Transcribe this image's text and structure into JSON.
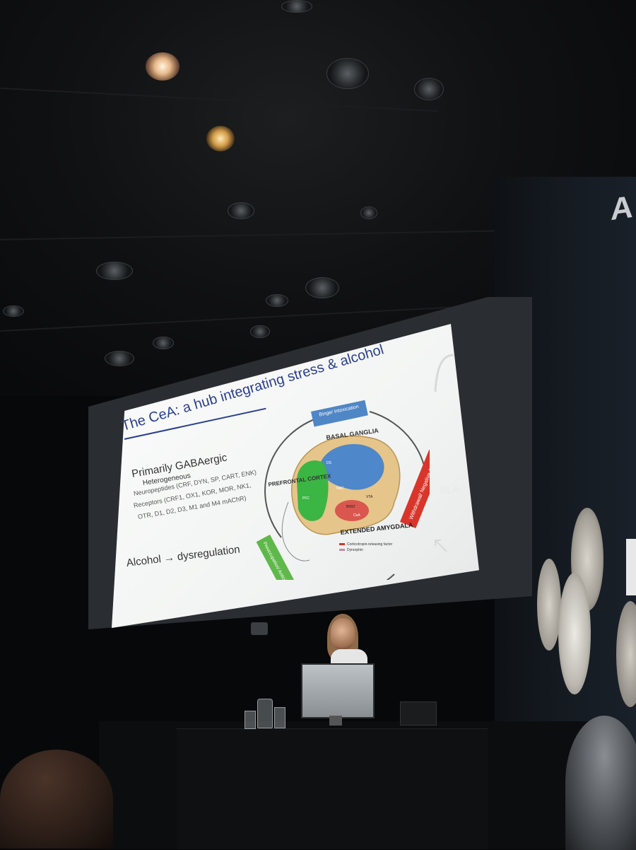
{
  "slide": {
    "title": "The CeA: a hub integrating stress & alcohol",
    "bullet_main": "Primarily GABAergic",
    "bullet_sub": "Heterogeneous",
    "neuropeptides": "Neuropeptides (CRF, DYN, SP, CART, ENK)",
    "receptors_1": "Receptors (CRF1, OX1, KOR, MOR, NK1,",
    "receptors_2": "OTR, D1, D2, D3, M1 and M4 mAChR)",
    "alcohol_line": "Alcohol → dysregulation",
    "diagram": {
      "stage_binge": "Binge/ Intoxication",
      "stage_withdrawal": "Withdrawal/ Negative Affect",
      "stage_preoccupation": "Preoccupation/ Anticipation",
      "region_basal_ganglia": "BASAL GANGLIA",
      "region_prefrontal": "PREFRONTAL CORTEX",
      "region_extended_amygdala": "EXTENDED AMYGDALA",
      "small_ds": "DS",
      "small_nacc": "NAC",
      "small_bnst": "BNST",
      "small_vta": "VTA",
      "small_pfc": "PFC",
      "small_cea": "CeA",
      "legend_crf": "Corticotropin-releasing factor",
      "legend_dyn": "Dynorphin",
      "colors": {
        "binge": "#4f86c6",
        "withdrawal": "#d9352b",
        "preoccupation": "#5fb84a",
        "basal_ganglia": "#3d7fd0",
        "prefrontal": "#3bb543",
        "amygdala": "#d9574f",
        "brain": "#e6c58a"
      }
    }
  },
  "room": {
    "wall_label": "BLA",
    "side_sign": "A"
  }
}
